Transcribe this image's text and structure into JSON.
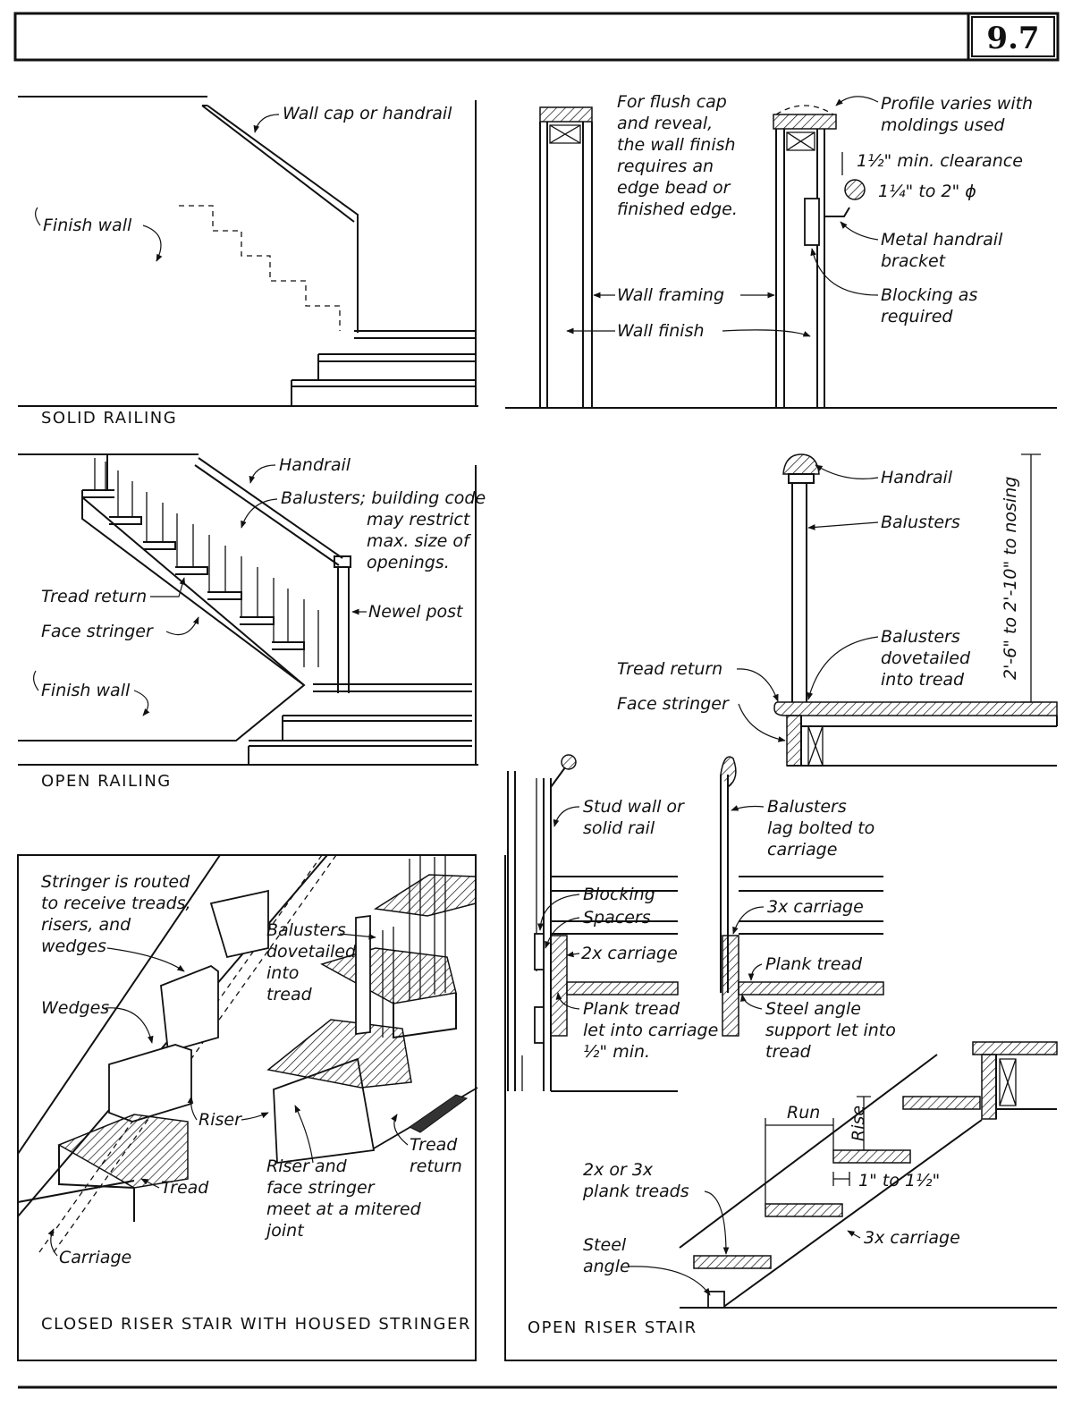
{
  "header": {
    "page_number": "9.7"
  },
  "panels": {
    "solid_railing": {
      "caption": "SOLID RAILING",
      "labels": {
        "wall_cap": "Wall cap or handrail",
        "finish_wall": "Finish wall"
      }
    },
    "wall_section": {
      "labels": {
        "flush_cap_note": "For flush cap and reveal, the wall finish requires an edge bead or finished edge.",
        "profile": "Profile varies with moldings used",
        "clearance": "1½\" min. clearance",
        "diameter": "1¼\" to 2\" ϕ",
        "bracket": "Metal handrail bracket",
        "blocking": "Blocking as required",
        "wall_framing": "Wall framing",
        "wall_finish": "Wall finish"
      }
    },
    "open_railing": {
      "caption": "OPEN RAILING",
      "labels": {
        "handrail": "Handrail",
        "balusters_note": "Balusters; building code may restrict max. size of openings.",
        "tread_return": "Tread return",
        "face_stringer": "Face stringer",
        "newel_post": "Newel post",
        "finish_wall": "Finish wall"
      }
    },
    "baluster_section": {
      "labels": {
        "handrail": "Handrail",
        "balusters": "Balusters",
        "height": "2'-6\" to 2'-10\" to nosing",
        "dovetailed": "Balusters dovetailed into tread",
        "tread_return": "Tread return",
        "face_stringer": "Face stringer"
      }
    },
    "closed_riser": {
      "caption": "CLOSED RISER STAIR WITH HOUSED STRINGER",
      "labels": {
        "stringer_routed": "Stringer is routed to receive treads, risers, and wedges",
        "wedges": "Wedges",
        "balusters": "Balusters dovetailed into tread",
        "riser": "Riser",
        "tread": "Tread",
        "carriage": "Carriage",
        "riser_face": "Riser and face stringer meet at a mitered joint",
        "tread_return": "Tread return"
      }
    },
    "open_riser": {
      "caption": "OPEN RISER STAIR",
      "labels": {
        "stud_wall": "Stud wall or solid rail",
        "balusters_lag": "Balusters lag bolted to carriage",
        "blocking": "Blocking",
        "spacers": "Spacers",
        "carriage_2x": "2x carriage",
        "carriage_3x": "3x carriage",
        "plank_tread": "Plank tread",
        "plank_let": "Plank tread let into carriage ½\" min.",
        "steel_support": "Steel angle support let into tread",
        "run": "Run",
        "rise": "Rise",
        "overlap": "1\" to 1½\"",
        "plank_treads": "2x or 3x plank treads",
        "carriage_3x_b": "3x carriage",
        "steel_angle": "Steel angle"
      }
    }
  }
}
